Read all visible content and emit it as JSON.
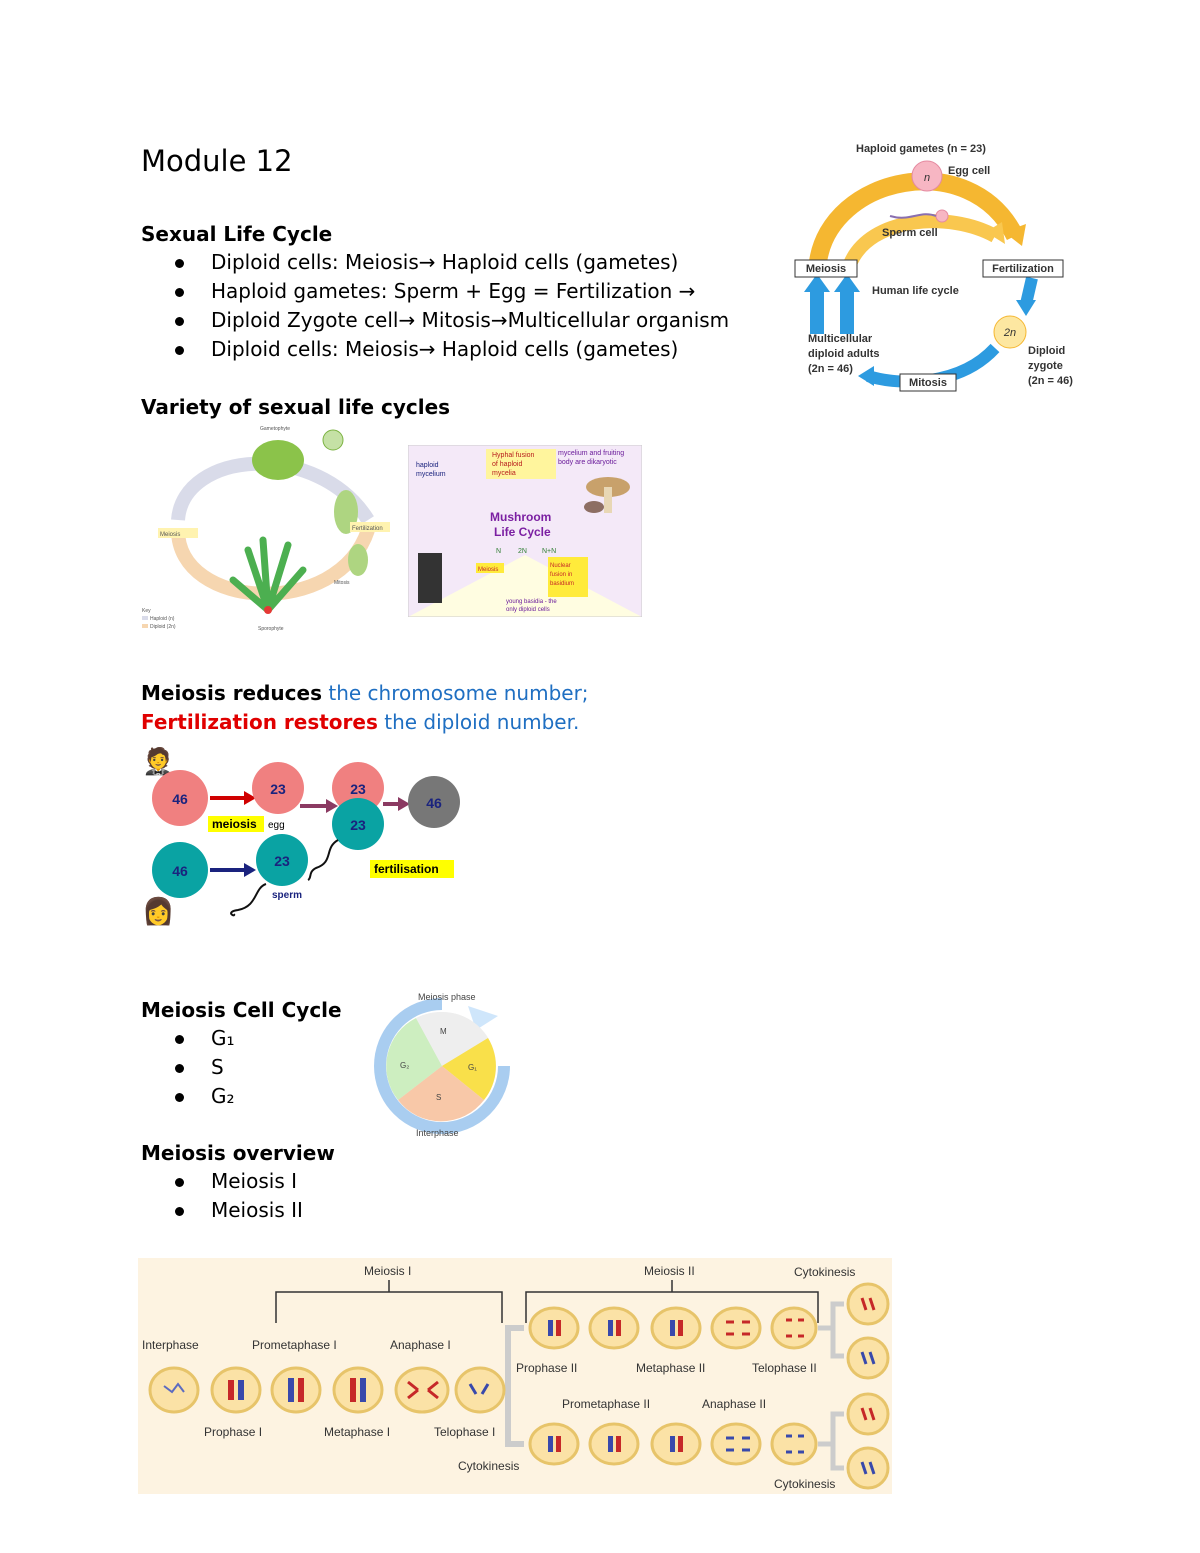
{
  "doc": {
    "title": "Module 12",
    "sexual_life_cycle": {
      "heading": "Sexual Life Cycle",
      "bullets": [
        "Diploid cells: Meiosis→ Haploid cells (gametes)",
        "Haploid gametes: Sperm + Egg = Fertilization →",
        "Diploid Zygote cell→ Mitosis→Multicellular organism",
        "Diploid cells: Meiosis→ Haploid cells (gametes)"
      ]
    },
    "variety_heading": "Variety of sexual life cycles",
    "meiosis_reduces": {
      "part1": "Meiosis reduces",
      "part2": " the chromosome number;",
      "part3": "Fertilization restores",
      "part4": " the diploid number."
    },
    "cell_cycle": {
      "heading": "Meiosis Cell Cycle",
      "bullets": [
        "G₁",
        "S",
        "G₂"
      ]
    },
    "overview": {
      "heading": "Meiosis overview",
      "bullets": [
        "Meiosis I",
        "Meiosis II"
      ]
    }
  },
  "human_cycle": {
    "haploid_label": "Haploid gametes (n = 23)",
    "egg": "Egg cell",
    "sperm": "Sperm cell",
    "meiosis": "Meiosis",
    "fertilization": "Fertilization",
    "center": "Human life cycle",
    "adults": [
      "Multicellular",
      "diploid adults",
      "(2n = 46)"
    ],
    "zygote": [
      "Diploid",
      "zygote",
      "(2n = 46)"
    ],
    "mitosis": "Mitosis",
    "n": "n",
    "two_n": "2n"
  },
  "mushroom": {
    "title1": "Mushroom",
    "title2": "Life Cycle",
    "hap": [
      "haploid",
      "mycelium"
    ],
    "fusion": [
      "Hyphal fusion",
      "of haploid",
      "mycelia"
    ],
    "mycelium_fruit": [
      "mycelium and fruiting",
      "body are dikaryotic"
    ],
    "meiosis": "Meiosis",
    "nuclear": [
      "Nuclear",
      "fusion in",
      "basidium"
    ],
    "young": [
      "young basidia - the",
      "only diploid cells"
    ],
    "ploidy": [
      "N",
      "2N",
      "N+N"
    ]
  },
  "fern": {
    "gametophyte": "Gametophyte",
    "meiosis": "Meiosis",
    "fertilization": "Fertilization",
    "sporophyte": "Sporophyte",
    "mitosis": "Mitosis",
    "key": "Key",
    "haploid": "Haploid (n)",
    "diploid": "Diploid (2n)"
  },
  "reduction": {
    "n46a": "46",
    "n23a": "23",
    "n23b": "23",
    "n23c": "23",
    "n46b": "46",
    "n46c": "46",
    "n23d": "23",
    "meiosis": "meiosis",
    "egg": "egg",
    "sperm": "sperm",
    "fertilisation": "fertilisation",
    "man_emoji": "🤵",
    "woman_emoji": "👩"
  },
  "cycle_wheel": {
    "phase": "Meiosis phase",
    "interphase": "Interphase",
    "M": "M",
    "G1": "G₁",
    "S": "S",
    "G2": "G₂"
  },
  "stages": {
    "meiosis1": "Meiosis I",
    "meiosis2": "Meiosis II",
    "cytokinesis_top": "Cytokinesis",
    "interphase": "Interphase",
    "prometaphase1": "Prometaphase I",
    "anaphase1": "Anaphase I",
    "prophase1": "Prophase I",
    "metaphase1": "Metaphase I",
    "telophase1": "Telophase I",
    "cytokinesis_mid": "Cytokinesis",
    "prophase2": "Prophase II",
    "metaphase2": "Metaphase II",
    "telophase2": "Telophase II",
    "prometaphase2": "Prometaphase II",
    "anaphase2": "Anaphase II",
    "cytokinesis_bot": "Cytokinesis"
  },
  "colors": {
    "red": "#e00000",
    "blue": "#1f6fc2",
    "cycle_orange": "#f5b731",
    "cycle_blue": "#2d9be0"
  }
}
